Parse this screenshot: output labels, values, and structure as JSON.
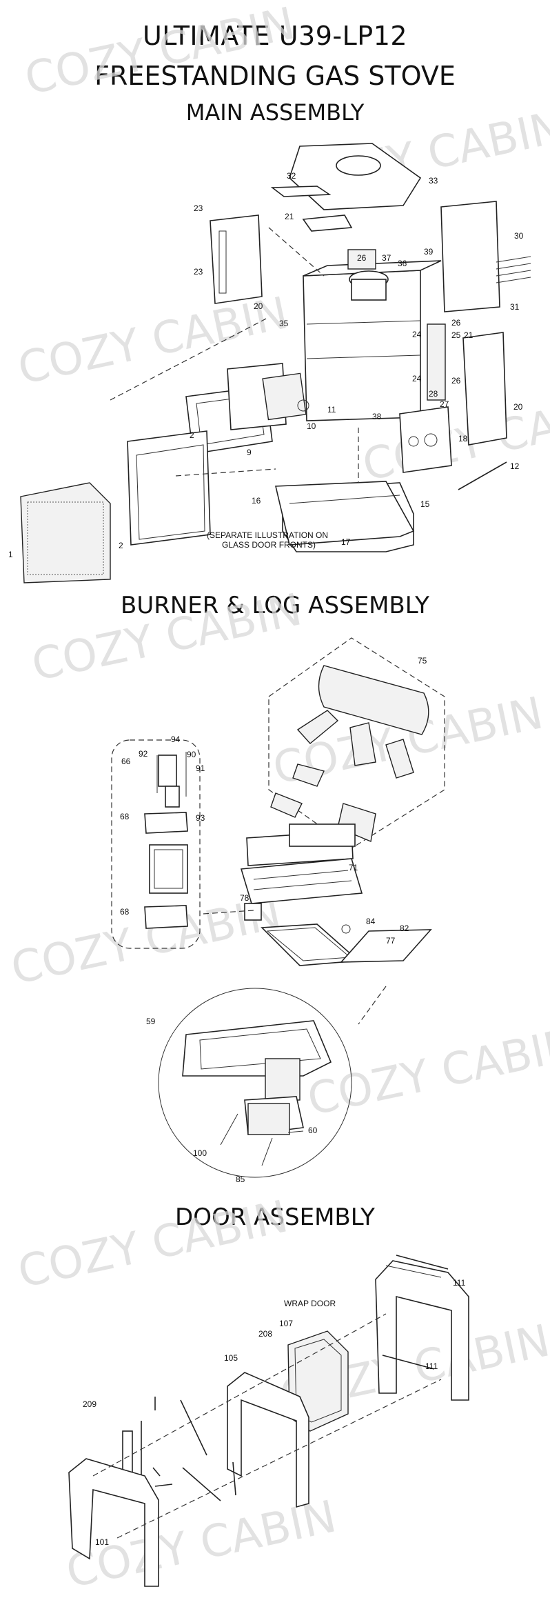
{
  "header": {
    "line1": "ULTIMATE U39-LP12",
    "line2": "FREESTANDING GAS STOVE",
    "line3": "MAIN ASSEMBLY"
  },
  "sections": {
    "burner_title": "BURNER & LOG ASSEMBLY",
    "door_title": "DOOR ASSEMBLY"
  },
  "watermark": "COZY CABIN",
  "main_assembly": {
    "note": [
      "(SEPARATE ILLUSTRATION ON",
      "GLASS DOOR FRONTS)"
    ],
    "callouts": [
      "1",
      "2",
      "2",
      "9",
      "10",
      "11",
      "12",
      "15",
      "16",
      "17",
      "18",
      "20",
      "20",
      "21",
      "21",
      "23",
      "23",
      "24",
      "24",
      "25",
      "26",
      "26",
      "26",
      "27",
      "28",
      "30",
      "31",
      "32",
      "33",
      "35",
      "36",
      "37",
      "38",
      "39"
    ]
  },
  "burner_assembly": {
    "callouts": [
      "59",
      "60",
      "66",
      "68",
      "68",
      "71",
      "75",
      "77",
      "78",
      "82",
      "84",
      "85",
      "90",
      "91",
      "92",
      "93",
      "94",
      "100"
    ]
  },
  "door_assembly": {
    "label": "WRAP DOOR",
    "callouts": [
      "101",
      "105",
      "107",
      "111",
      "111",
      "208",
      "209"
    ]
  }
}
